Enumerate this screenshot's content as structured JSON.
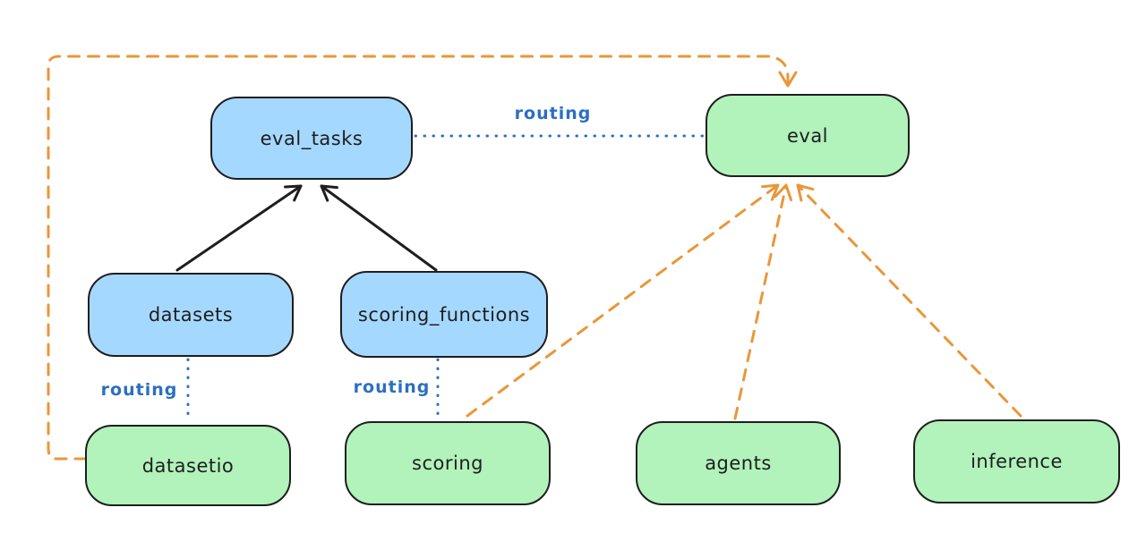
{
  "diagram": {
    "nodes": {
      "eval_tasks": {
        "label": "eval_tasks",
        "fill": "#a5d8ff"
      },
      "eval": {
        "label": "eval",
        "fill": "#b2f2bb"
      },
      "datasets": {
        "label": "datasets",
        "fill": "#a5d8ff"
      },
      "scoring_functions": {
        "label": "scoring_functions",
        "fill": "#a5d8ff"
      },
      "datasetio": {
        "label": "datasetio",
        "fill": "#b2f2bb"
      },
      "scoring": {
        "label": "scoring",
        "fill": "#b2f2bb"
      },
      "agents": {
        "label": "agents",
        "fill": "#b2f2bb"
      },
      "inference": {
        "label": "inference",
        "fill": "#b2f2bb"
      }
    },
    "edges": {
      "routing_eval_tasks_eval": {
        "label": "routing",
        "style": "dotted-blue"
      },
      "routing_datasets_datasetio": {
        "label": "routing",
        "style": "dotted-blue"
      },
      "routing_scoring_functions_scoring": {
        "label": "routing",
        "style": "dotted-blue"
      },
      "datasets_to_eval_tasks": {
        "style": "solid-black-arrow"
      },
      "scoring_functions_to_eval_tasks": {
        "style": "solid-black-arrow"
      },
      "scoring_to_eval": {
        "style": "dashed-orange-arrow"
      },
      "agents_to_eval": {
        "style": "dashed-orange-arrow"
      },
      "inference_to_eval": {
        "style": "dashed-orange-arrow"
      },
      "datasetio_to_eval_loop": {
        "style": "dashed-orange-arrow"
      }
    },
    "colors": {
      "node_stroke": "#1e1e1e",
      "blue_fill": "#a5d8ff",
      "green_fill": "#b2f2bb",
      "black_arrow": "#1e1e1e",
      "orange_dash": "#e8973a",
      "blue_dotted": "#2b6fc2",
      "background": "#ffffff"
    }
  }
}
